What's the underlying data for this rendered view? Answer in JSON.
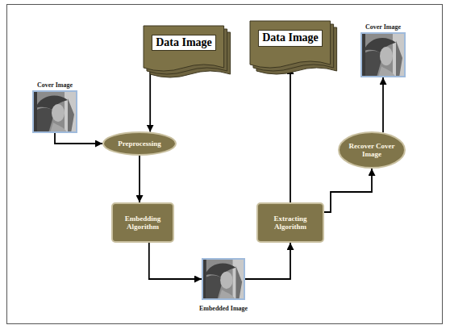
{
  "diagram": {
    "nodes": [
      {
        "text": [
          "Cover Image"
        ]
      },
      {
        "text": [
          "Data Image"
        ]
      },
      {
        "text": [
          "Preprocessing"
        ]
      },
      {
        "text": [
          "Embedding Algorithm"
        ]
      },
      {
        "text": [
          "Embedded Image"
        ]
      },
      {
        "text": [
          "Extracting Algorithm"
        ]
      },
      {
        "text": [
          "Data Image"
        ]
      },
      {
        "text": [
          "Recover Cover Image"
        ]
      },
      {
        "text": [
          "Cover Image"
        ]
      }
    ],
    "edges": [
      {
        "from": 0,
        "to": 2,
        "arrow": "to"
      },
      {
        "from": 1,
        "to": 2,
        "arrow": "to"
      },
      {
        "from": 2,
        "to": 3,
        "arrow": "to"
      },
      {
        "from": 3,
        "to": 4,
        "arrow": "to"
      },
      {
        "from": 4,
        "to": 5,
        "arrow": "to"
      },
      {
        "from": 5,
        "to": 6,
        "arrow": "to"
      },
      {
        "from": 5,
        "to": 7,
        "arrow": "to"
      },
      {
        "from": 7,
        "to": 8,
        "arrow": "to"
      }
    ]
  }
}
